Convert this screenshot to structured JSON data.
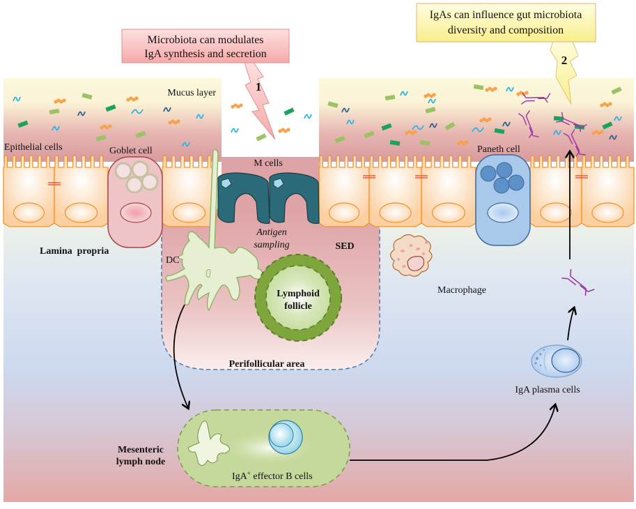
{
  "figure": {
    "callout_1": {
      "number": "1",
      "line1": "Microbiota can modulates",
      "line2": "IgA synthesis and secretion"
    },
    "callout_2": {
      "number": "2",
      "line1": "IgAs can influence gut microbiota",
      "line2": "diversity and composition"
    },
    "labels": {
      "mucus_layer": "Mucus layer",
      "epithelial_cells": "Epithelial cells",
      "goblet_cell": "Goblet cell",
      "m_cells": "M cells",
      "paneth_cell": "Paneth cell",
      "antigen_sampling_1": "Antigen",
      "antigen_sampling_2": "sampling",
      "sed": "SED",
      "lamina_propria": "Lamina  propria",
      "dc": "DC",
      "lymphoid_follicle_1": "Lymphoid",
      "lymphoid_follicle_2": "follicle",
      "perifollicular_area": "Perifollicular area",
      "macrophage": "Macrophage",
      "iga_plasma_cells": "IgA plasma cells",
      "mesenteric_1": "Mesenteric",
      "mesenteric_2": "lymph node",
      "effector_b_cells_prefix": "IgA",
      "effector_b_cells_sup": "+",
      "effector_b_cells_suffix": " effector B cells"
    },
    "colors": {
      "callout_1_fill": "#f7b3b3",
      "callout_2_fill": "#fbf3a0",
      "mucus_top": "#fbf8dc",
      "mucus_bottom": "#d89a9d",
      "epithelial_fill": "#fcd7b0",
      "epithelial_stroke": "#f0922a",
      "goblet_fill": "#eec4c6",
      "paneth_fill": "#a9c9ea",
      "paneth_granule": "#5b90c8",
      "m_cell_fill": "#2b6a78",
      "lymphoid_outer": "#7ea63c",
      "lymphoid_inner": "#c6dca0",
      "igA_antibody": "#9b3aa5",
      "bacteria_green": "#1aa35a",
      "bacteria_lightgreen": "#9cc265",
      "bacteria_orange": "#f7a24a",
      "bacteria_blue": "#2bb3e6",
      "bacteria_darkblue": "#2c5f8c"
    }
  }
}
